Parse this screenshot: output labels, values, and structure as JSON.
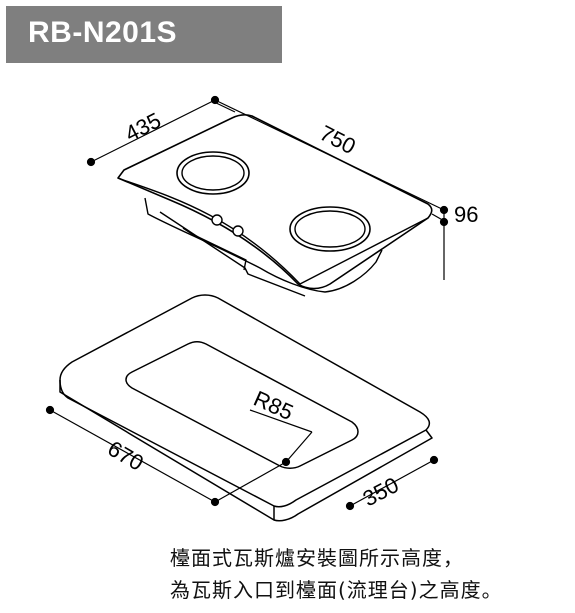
{
  "model": "RB-N201S",
  "dims": {
    "depth": "435",
    "width": "750",
    "height": "96",
    "cut_width": "670",
    "cut_depth": "350",
    "radius": "R85"
  },
  "note": {
    "line1": "檯面式瓦斯爐安裝圖所示高度，",
    "line2": "為瓦斯入口到檯面(流理台)之高度。"
  }
}
